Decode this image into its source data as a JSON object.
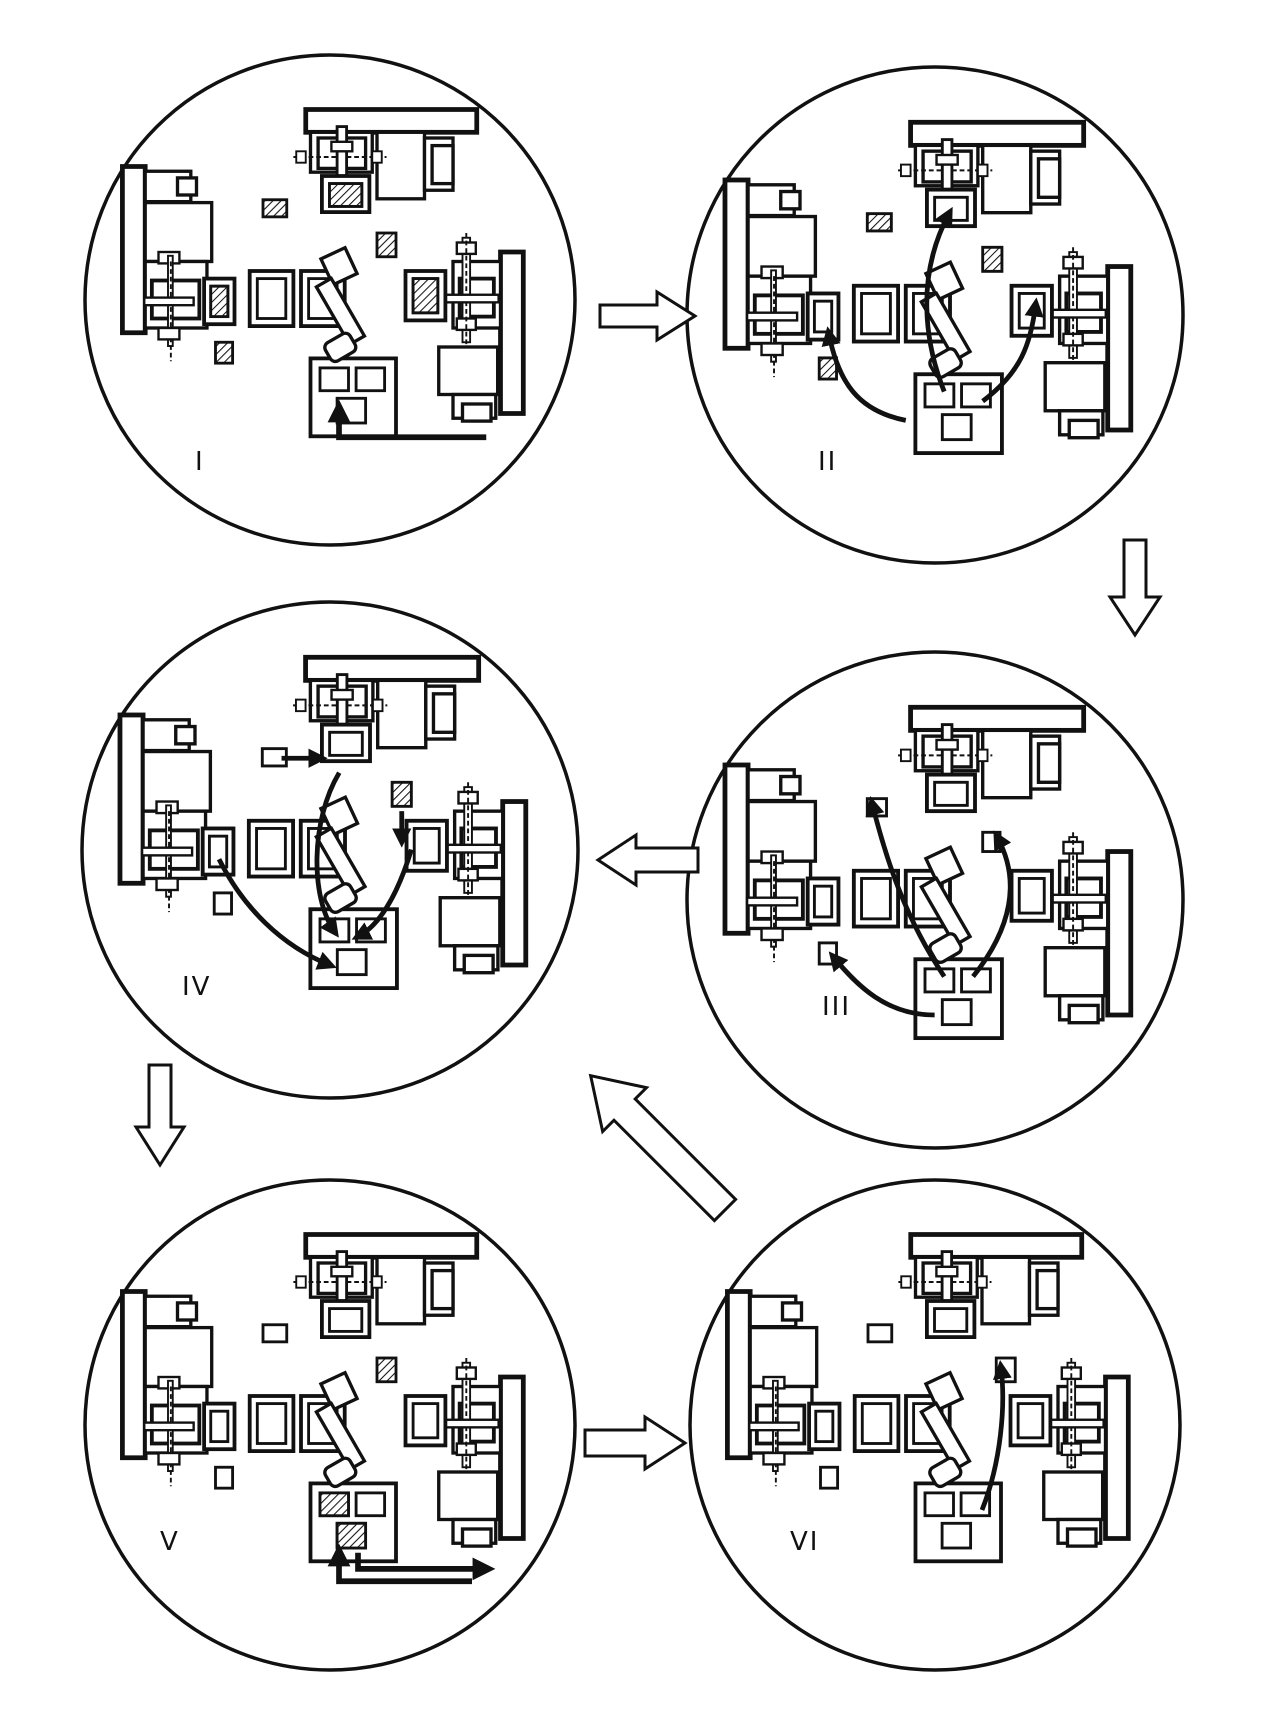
{
  "diagram": {
    "ink_color": "#111111",
    "hatch_color": "#111111",
    "background": "#ffffff",
    "stages": [
      {
        "id": "I",
        "label": "I"
      },
      {
        "id": "II",
        "label": "II"
      },
      {
        "id": "III",
        "label": "III"
      },
      {
        "id": "IV",
        "label": "IV"
      },
      {
        "id": "V",
        "label": "V"
      },
      {
        "id": "VI",
        "label": "VI"
      }
    ],
    "transitions": [
      {
        "from": "I",
        "to": "II",
        "style": "outline-arrow"
      },
      {
        "from": "II",
        "to": "III",
        "style": "outline-arrow"
      },
      {
        "from": "III",
        "to": "IV",
        "style": "outline-arrow"
      },
      {
        "from": "IV",
        "to": "V",
        "style": "outline-arrow"
      },
      {
        "from": "V",
        "to": "VI",
        "style": "outline-arrow"
      },
      {
        "from": "VI",
        "to": "IV",
        "style": "outline-arrow"
      }
    ]
  }
}
